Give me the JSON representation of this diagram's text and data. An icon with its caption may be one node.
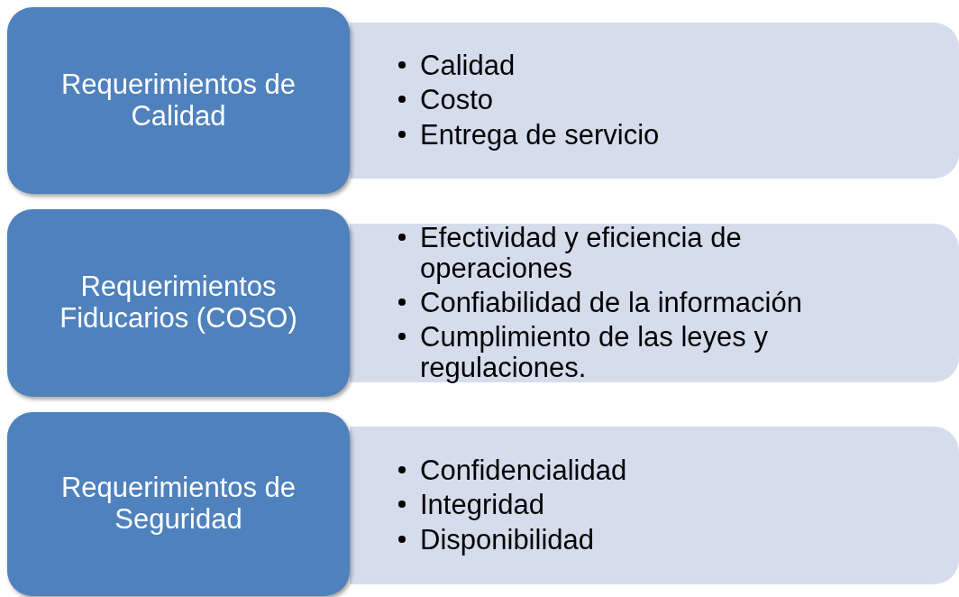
{
  "diagram": {
    "nodes": [
      {
        "text": [
          "Requerimientos de Calidad"
        ]
      },
      {
        "text": [
          "Calidad",
          "Costo",
          "Entrega de servicio"
        ]
      },
      {
        "text": [
          "Requerimientos Fiducarios (COSO)"
        ]
      },
      {
        "text": [
          "Efectividad y eficiencia de operaciones",
          "Confiabilidad de la información",
          "Cumplimiento de las leyes y regulaciones."
        ]
      },
      {
        "text": [
          "Requerimientos de Seguridad"
        ]
      },
      {
        "text": [
          "Confidencialidad",
          "Integridad",
          "Disponibilidad"
        ]
      }
    ]
  }
}
